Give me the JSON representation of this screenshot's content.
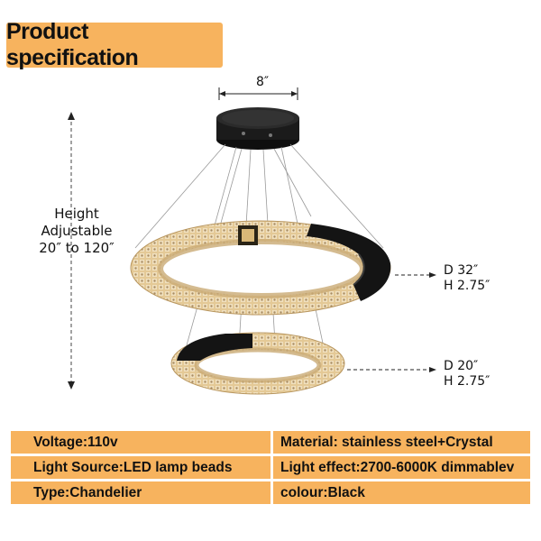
{
  "banner": {
    "title": "Product specification"
  },
  "dimensions": {
    "top_width": "8″",
    "height_lines": [
      "Height",
      "Adjustable",
      "20″  to  120″"
    ],
    "large_ring": {
      "diameter": "D 32″",
      "height": "H 2.75″"
    },
    "small_ring": {
      "diameter": "D 20″",
      "height": "H 2.75″"
    }
  },
  "specs": {
    "voltage": "Voltage:110v",
    "material": "Material: stainless steel+Crystal",
    "light_source": "Light Source:LED lamp beads",
    "light_effect": "Light effect:2700-6000K dimmablev",
    "type": "Type:Chandelier",
    "colour": "colour:Black"
  },
  "colors": {
    "accent": "#f7b35e",
    "fixture": "#1b1b1b",
    "crystal": "#e6cda0"
  }
}
